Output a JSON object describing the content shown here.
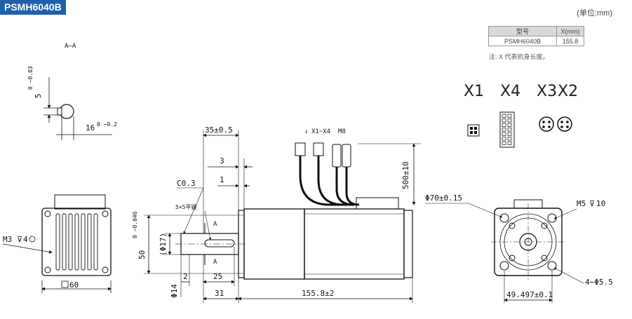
{
  "header": {
    "model_badge": "PSMH6040B",
    "unit": "(单位:mm)"
  },
  "spec_table": {
    "headers": [
      "型号",
      "X(mm)"
    ],
    "rows": [
      [
        "PSMH6040B",
        "155.8"
      ]
    ],
    "note": "注: X 代表机身长度。"
  },
  "connectors": {
    "labels": [
      "X1",
      "X4",
      "X3",
      "X2"
    ]
  },
  "section_view": {
    "title": "A—A",
    "key_depth": "5",
    "key_depth_tol": "0\n−0.03",
    "shaft_dim": "16",
    "shaft_tol": "0\n−0.2"
  },
  "front_view": {
    "thread": "M3",
    "depth": "4",
    "square": "60"
  },
  "side_view": {
    "shaft_len": "35±0.5",
    "step_3": "3",
    "step_1": "1",
    "chamfer": "C0.3",
    "key": "5×5平键",
    "pilot_dia": "50",
    "pilot_tol": "0\n−0.046",
    "shaft_dia": "(Φ17)",
    "d14": "Φ14",
    "d2": "2",
    "d25": "25",
    "d31": "31",
    "body_len": "155.8±2",
    "cable_len": "500±10",
    "cable_x1x4": "X1~X4",
    "cable_m8": "M8",
    "section_mark": "A"
  },
  "rear_view": {
    "pcd": "Φ70±0.15",
    "thread": "M5",
    "thread_depth": "10",
    "holes": "4−Φ5.5",
    "hole_spacing": "49.497±0.1"
  }
}
